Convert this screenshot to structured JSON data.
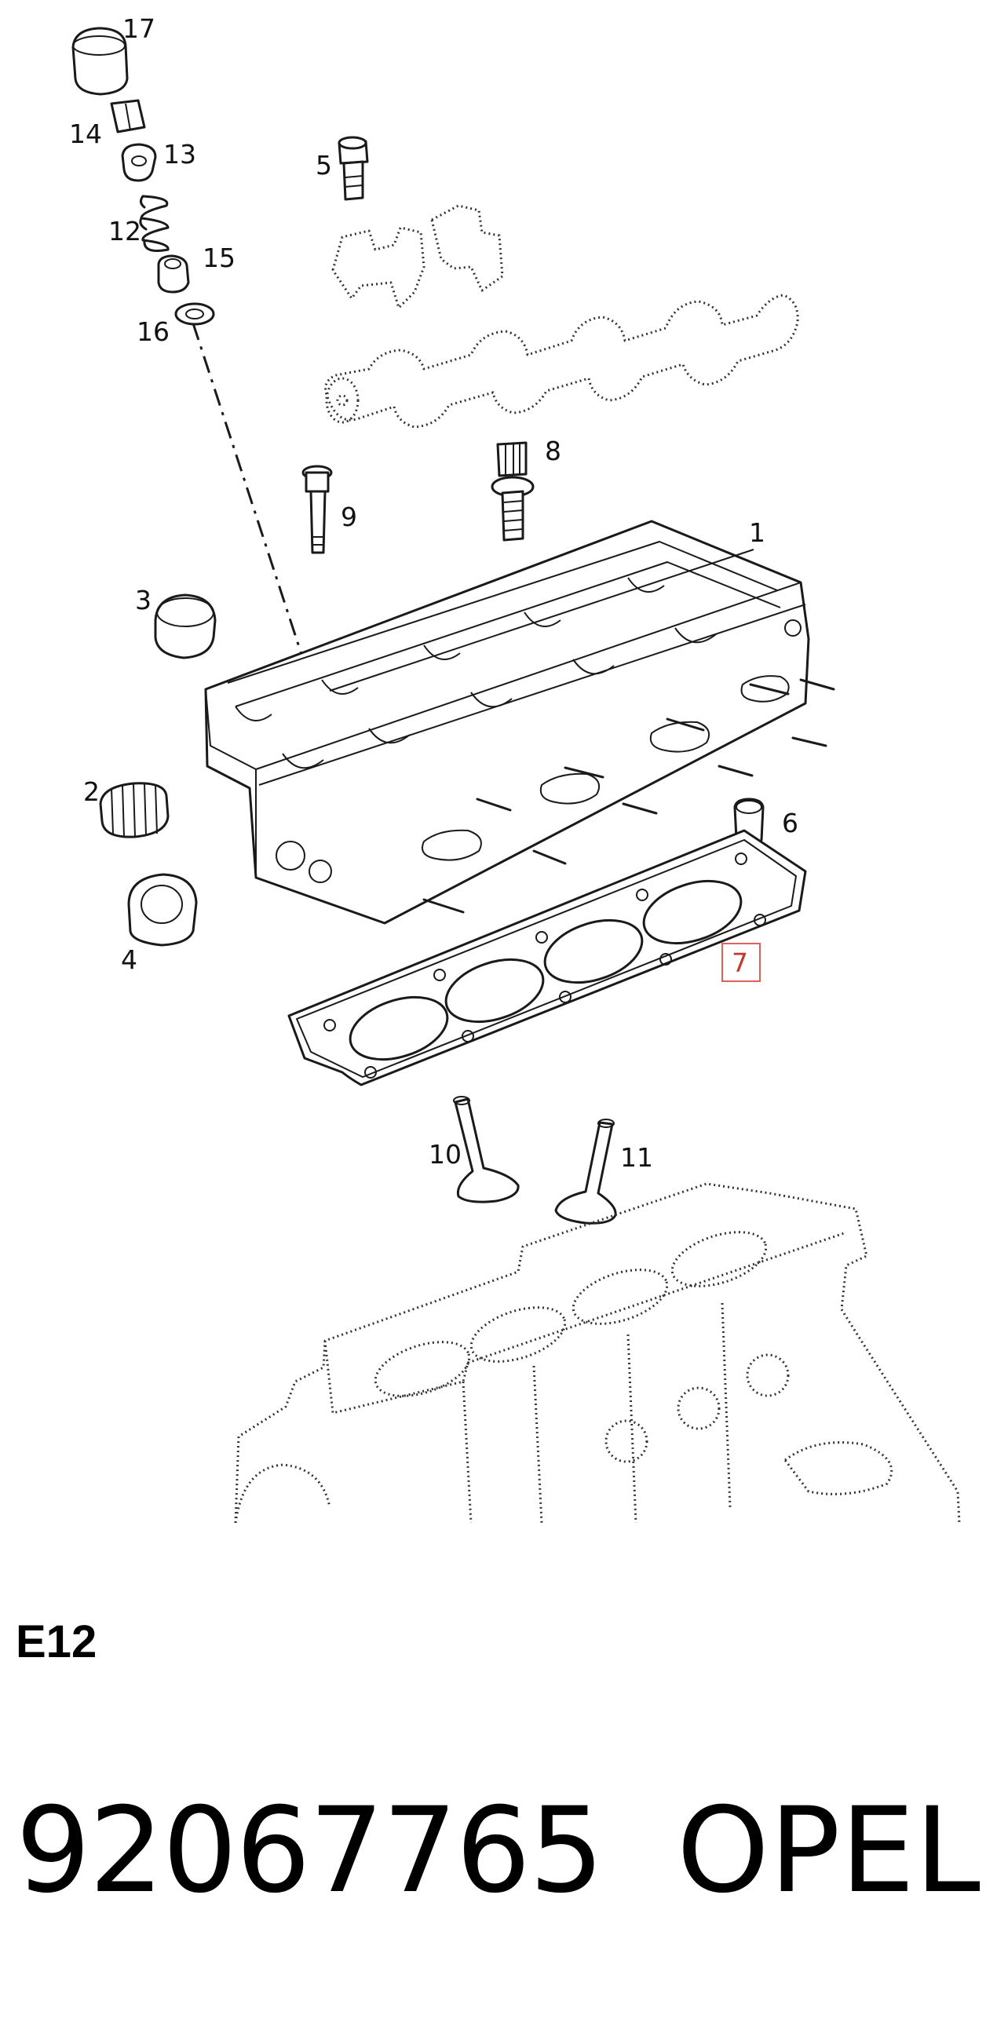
{
  "diagram": {
    "callouts": {
      "c1": "1",
      "c2": "2",
      "c3": "3",
      "c4": "4",
      "c5": "5",
      "c6": "6",
      "c7": "7",
      "c8": "8",
      "c9": "9",
      "c10": "10",
      "c11": "11",
      "c12": "12",
      "c13": "13",
      "c14": "14",
      "c15": "15",
      "c16": "16",
      "c17": "17"
    },
    "highlighted_callout": "7",
    "highlight_color": "#e06060"
  },
  "page_code": "E12",
  "part_number": "92067765",
  "brand": "OPEL"
}
